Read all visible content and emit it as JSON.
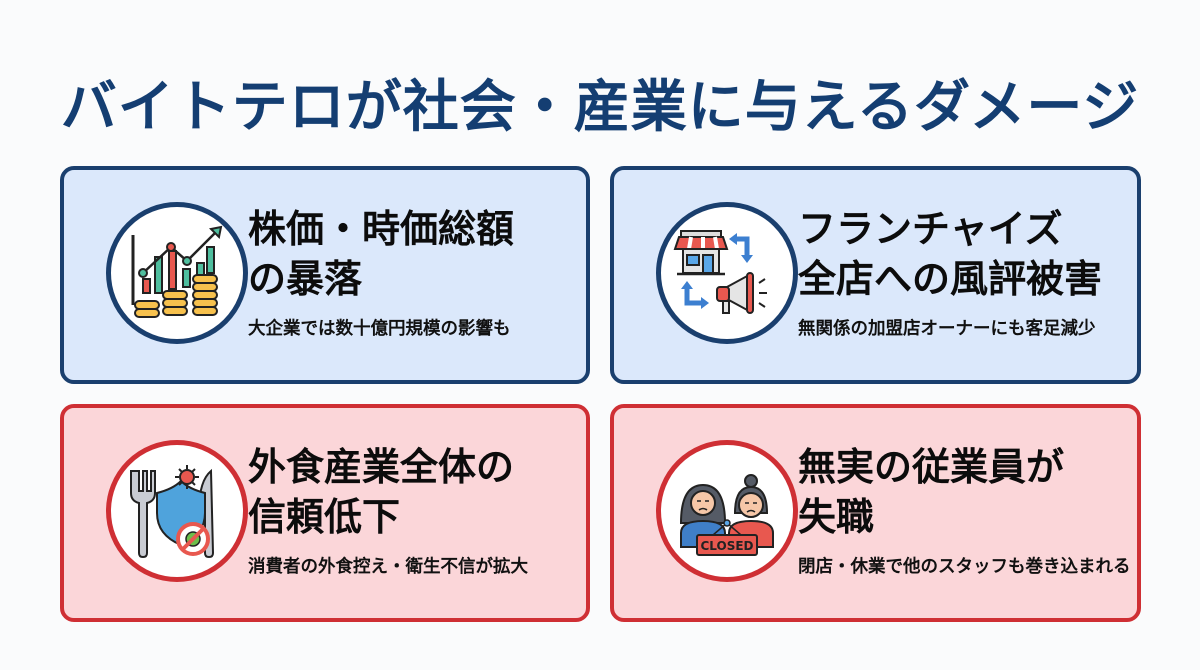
{
  "title": "バイトテロが社会・産業に与えるダメージ",
  "colors": {
    "title": "#143e72",
    "blue_card_bg": "#dbe8fb",
    "blue_card_border": "#1a3f6e",
    "red_card_bg": "#fbd6d9",
    "red_card_border": "#cf2f34"
  },
  "cards": [
    {
      "theme": "blue",
      "icon": "stock-chart-coins-icon",
      "heading_line1": "株価・時価総額",
      "heading_line2": "の暴落",
      "sub": "大企業では数十億円規模の影響も"
    },
    {
      "theme": "blue",
      "icon": "store-megaphone-icon",
      "heading_line1": "フランチャイズ",
      "heading_line2": "全店への風評被害",
      "sub": "無関係の加盟店オーナーにも客足減少"
    },
    {
      "theme": "red",
      "icon": "cutlery-shield-germ-icon",
      "heading_line1": "外食産業全体の",
      "heading_line2": "信頼低下",
      "sub": "消費者の外食控え・衛生不信が拡大"
    },
    {
      "theme": "red",
      "icon": "workers-closed-sign-icon",
      "heading_line1": "無実の従業員が",
      "heading_line2": "失職",
      "sub": "閉店・休業で他のスタッフも巻き込まれる",
      "closed_sign": "CLOSED"
    }
  ]
}
